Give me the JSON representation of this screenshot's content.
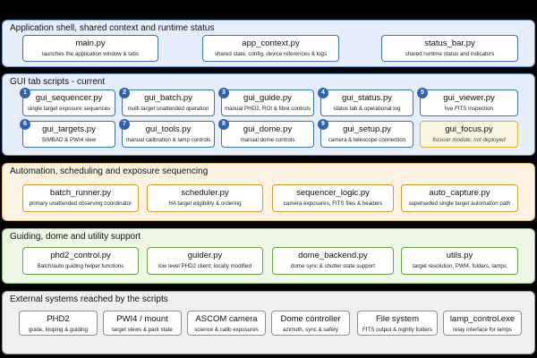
{
  "sections": {
    "app": {
      "title": "Application shell, shared context and runtime status",
      "cards": [
        {
          "name": "main.py",
          "desc": "launches the application window & tabs"
        },
        {
          "name": "app_context.py",
          "desc": "shared state, config, device references & logs"
        },
        {
          "name": "status_bar.py",
          "desc": "shared runtime status and indicators"
        }
      ]
    },
    "gui": {
      "title": "GUI tab scripts - current",
      "cards": [
        {
          "num": "1",
          "name": "gui_sequencer.py",
          "desc": "single target exposure sequences"
        },
        {
          "num": "2",
          "name": "gui_batch.py",
          "desc": "multi target unattended operation"
        },
        {
          "num": "3",
          "name": "gui_guide.py",
          "desc": "manual PHD2, ROI & fibre controls"
        },
        {
          "num": "4",
          "name": "gui_status.py",
          "desc": "status tab & operational log"
        },
        {
          "num": "5",
          "name": "gui_viewer.py",
          "desc": "live FITS inspection"
        },
        {
          "num": "6",
          "name": "gui_targets.py",
          "desc": "SIMBAD & PWI4 slew"
        },
        {
          "num": "7",
          "name": "gui_tools.py",
          "desc": "manual calibration & lamp controls"
        },
        {
          "num": "8",
          "name": "gui_dome.py",
          "desc": "manual dome controls"
        },
        {
          "num": "9",
          "name": "gui_setup.py",
          "desc": "camera & telescope connection"
        },
        {
          "num": "",
          "name": "gui_focus.py",
          "desc": "focuser module; not deployed"
        }
      ]
    },
    "auto": {
      "title": "Automation, scheduling and exposure sequencing",
      "cards": [
        {
          "name": "batch_runner.py",
          "desc": "primary unattended observing coordinator"
        },
        {
          "name": "scheduler.py",
          "desc": "HA target eligibility & ordering"
        },
        {
          "name": "sequencer_logic.py",
          "desc": "camera exposures, FITS files & headers"
        },
        {
          "name": "auto_capture.py",
          "desc": "superseded single target automation path"
        }
      ]
    },
    "guide": {
      "title": "Guiding, dome and utility support",
      "cards": [
        {
          "name": "phd2_control.py",
          "desc": "Batch/auto guiding helper functions"
        },
        {
          "name": "guider.py",
          "desc": "low level PHD2 client; locally modified"
        },
        {
          "name": "dome_backend.py",
          "desc": "dome sync & shutter state support"
        },
        {
          "name": "utils.py",
          "desc": "target resolution, PWI4, folders, lamps"
        }
      ]
    },
    "ext": {
      "title": "External systems reached by the scripts",
      "cards": [
        {
          "name": "PHD2",
          "desc": "guide, looping & guiding"
        },
        {
          "name": "PWI4 / mount",
          "desc": "target slews & park state"
        },
        {
          "name": "ASCOM camera",
          "desc": "science & calib exposures"
        },
        {
          "name": "Dome controller",
          "desc": "azimuth, sync & safety"
        },
        {
          "name": "File system",
          "desc": "FITS output & nightly folders"
        },
        {
          "name": "lamp_control.exe",
          "desc": "relay interface for lamps"
        }
      ]
    }
  }
}
